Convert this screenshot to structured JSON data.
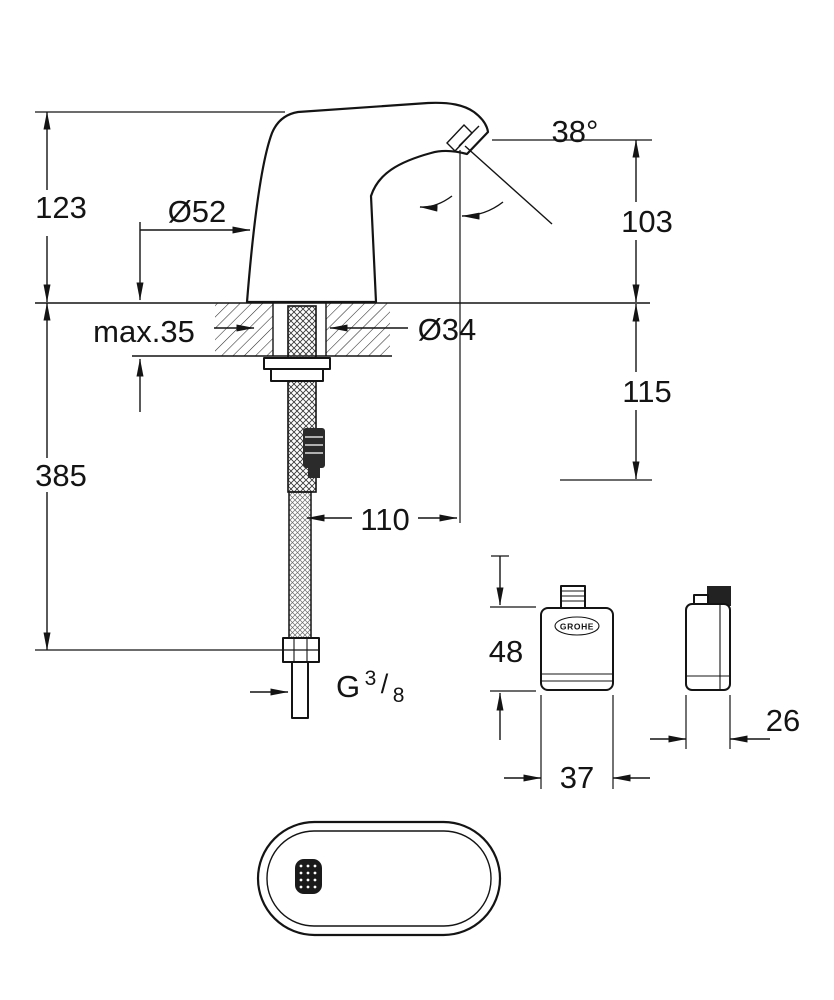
{
  "page": {
    "background": "#ffffff",
    "ink": "#141414"
  },
  "drawing": {
    "type": "technical-dimension-drawing",
    "subject": "sensor-faucet-with-control-box-and-cover",
    "labels": {
      "height_above_deck": "123",
      "base_diameter": "Ø52",
      "spout_angle": "38°",
      "spout_height": "103",
      "max_deck_thickness": "max.35",
      "hole_diameter": "Ø34",
      "below_deck_height": "115",
      "total_height": "385",
      "spout_reach": "110",
      "box_height": "48",
      "box_width": "37",
      "box_depth": "26",
      "thread_prefix": "G",
      "thread_numerator": "3",
      "thread_slash": "/",
      "thread_denominator": "8",
      "brand": "GROHE"
    }
  }
}
